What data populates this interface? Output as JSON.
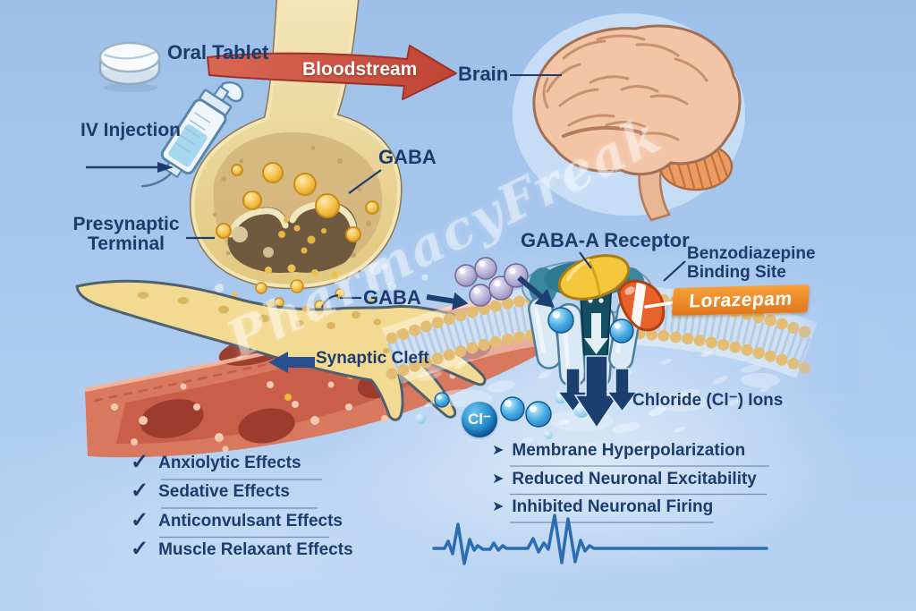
{
  "watermark": {
    "text": "PharmacyFreak"
  },
  "pharmacokinetics": {
    "oral_tablet_label": "Oral Tablet",
    "iv_injection_label": "IV Injection",
    "bloodstream_label": "Bloodstream",
    "brain_label": "Brain"
  },
  "synapse": {
    "presynaptic_terminal_label": "Presynaptic Terminal",
    "gaba_vesicle_label": "GABA",
    "gaba_cleft_label": "GABA",
    "synaptic_cleft_label": "Synaptic Cleft"
  },
  "receptor": {
    "gaba_a_receptor_label": "GABA-A Receptor",
    "benzodiazepine_binding_site_label": "Benzodiazepine Binding Site",
    "drug_name": "Lorazepam",
    "chloride_ions_label": "Chloride (Cl⁻) Ions",
    "chloride_badge": "Cl⁻"
  },
  "glyphs": {
    "arrow_bullet": "➤",
    "check_bullet": "✓"
  },
  "downstream_effects": [
    "Membrane Hyperpolarization",
    "Reduced Neuronal Excitability",
    "Inhibited Neuronal Firing"
  ],
  "clinical_effects": [
    "Anxiolytic Effects",
    "Sedative Effects",
    "Anticonvulsant Effects",
    "Muscle Relaxant Effects"
  ],
  "colors": {
    "background_blue": "#a8c8ee",
    "label_navy": "#1d3c6e",
    "bloodstream_red": "#c44a3c",
    "lorazepam_orange": "#e8852c",
    "chloride_blue": "#2f9ad8",
    "gaba_vesicle_yellow": "#f0b83c",
    "gaba_molecule_lavender": "#aea8d0",
    "membrane_bead_tan": "#e3bd74",
    "ekg_blue": "#2b6cb2"
  }
}
